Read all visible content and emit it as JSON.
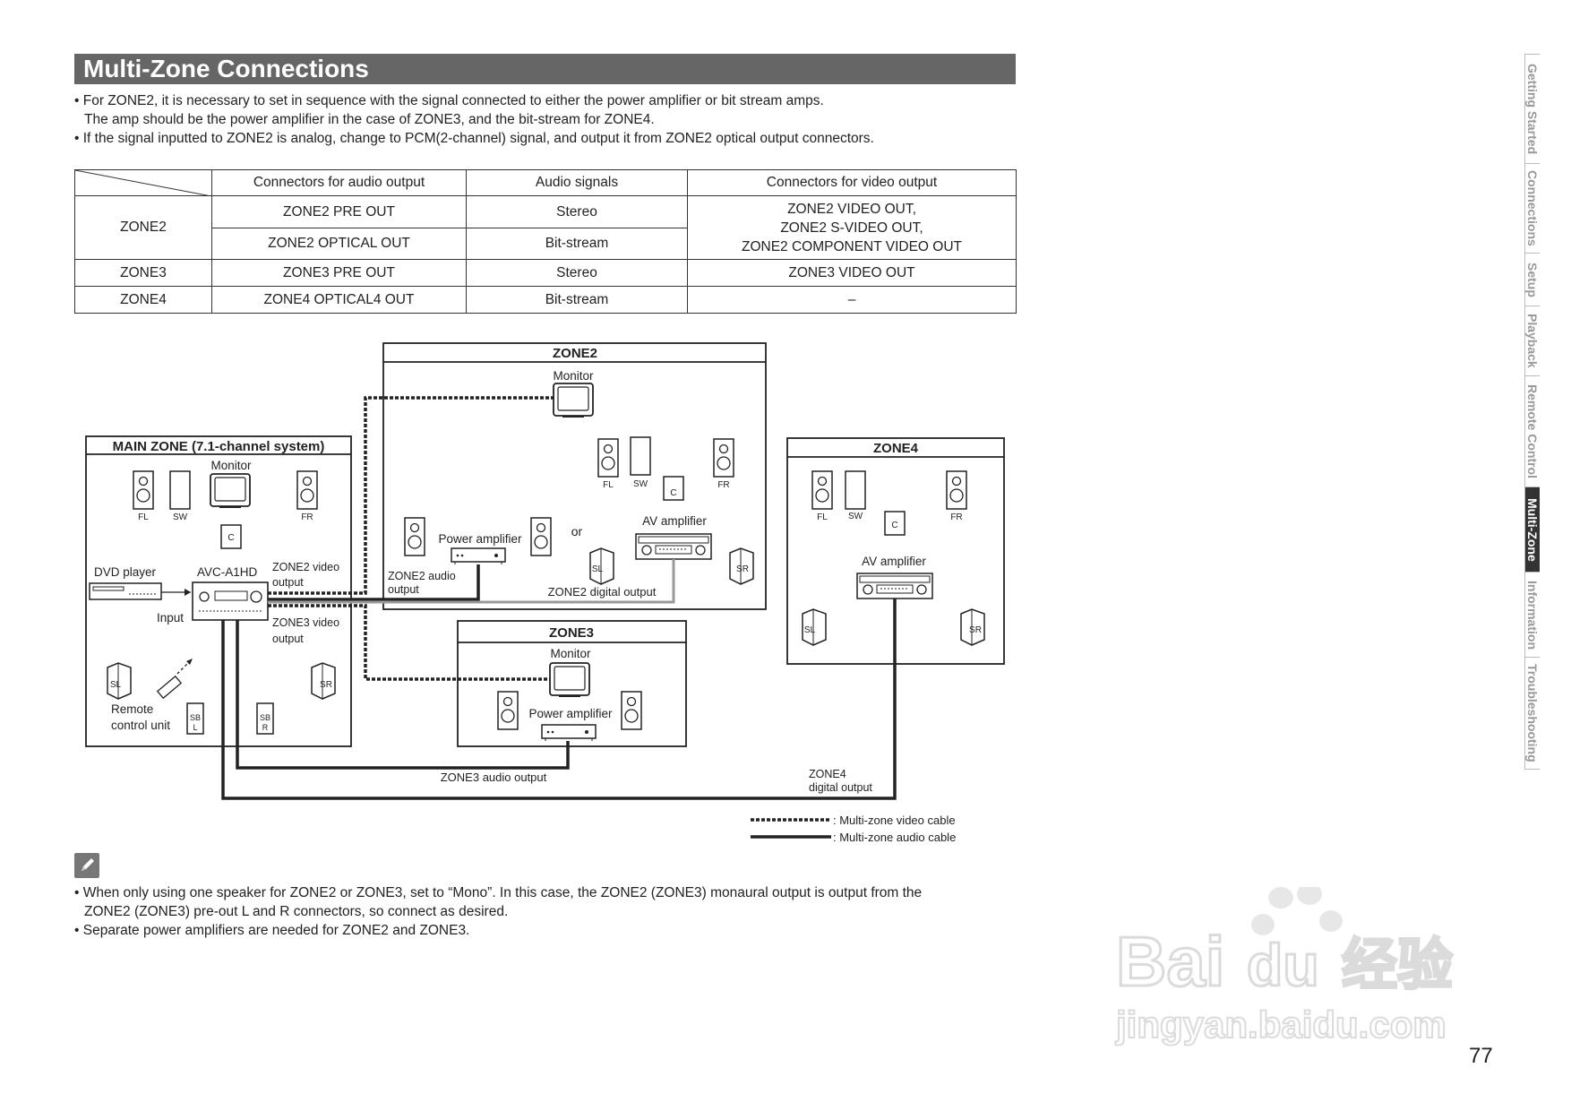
{
  "title": "Multi-Zone Connections",
  "bullets": [
    "For ZONE2, it is necessary to set in sequence with the signal connected to either the power amplifier or bit stream amps.",
    "The amp should be the power amplifier in the case of ZONE3, and the bit-stream for ZONE4.",
    "If the signal inputted to ZONE2 is analog, change to PCM(2-channel) signal, and output it from ZONE2 optical output connectors."
  ],
  "table": {
    "headers": [
      "Connectors for audio output",
      "Audio signals",
      "Connectors for video output"
    ],
    "zone2": "ZONE2",
    "zone2_rows": [
      [
        "ZONE2 PRE OUT",
        "Stereo"
      ],
      [
        "ZONE2 OPTICAL OUT",
        "Bit-stream"
      ]
    ],
    "zone2_video": [
      "ZONE2 VIDEO OUT,",
      "ZONE2 S-VIDEO OUT,",
      "ZONE2 COMPONENT VIDEO OUT"
    ],
    "zone3": [
      "ZONE3",
      "ZONE3 PRE OUT",
      "Stereo",
      "ZONE3 VIDEO OUT"
    ],
    "zone4": [
      "ZONE4",
      "ZONE4 OPTICAL4 OUT",
      "Bit-stream",
      "–"
    ]
  },
  "diagram": {
    "zone2_title": "ZONE2",
    "zone3_title": "ZONE3",
    "zone4_title": "ZONE4",
    "main_title": "MAIN ZONE (7.1-channel system)",
    "monitor": "Monitor",
    "fl": "FL",
    "sw": "SW",
    "c": "C",
    "fr": "FR",
    "sl": "SL",
    "sr": "SR",
    "sbl": [
      "SB",
      "L"
    ],
    "sbr": [
      "SB",
      "R"
    ],
    "power_amplifier": "Power amplifier",
    "or": "or",
    "av_amplifier": "AV amplifier",
    "zone2_audio_output": [
      "ZONE2 audio",
      "output"
    ],
    "zone2_digital_output": "ZONE2 digital output",
    "dvd_player": "DVD player",
    "receiver": "AVC-A1HD",
    "zone2_video_output": [
      "ZONE2 video",
      "output"
    ],
    "zone3_video_output": [
      "ZONE3 video",
      "output"
    ],
    "input": "Input",
    "remote": [
      "Remote",
      "control unit"
    ],
    "zone3_audio_output": "ZONE3 audio output",
    "zone4_digital_output": [
      "ZONE4",
      "digital output"
    ],
    "legend_video": ": Multi-zone video cable",
    "legend_audio": ": Multi-zone audio cable"
  },
  "notes": [
    "When only using one speaker for ZONE2 or ZONE3, set to “Mono”. In this case, the ZONE2 (ZONE3) monaural output is output from the",
    "ZONE2 (ZONE3) pre-out L and R connectors, so connect as desired.",
    "Separate power amplifiers are needed for ZONE2 and ZONE3."
  ],
  "side_tabs": [
    "Getting Started",
    "Connections",
    "Setup",
    "Playback",
    "Remote Control",
    "Multi-Zone",
    "Information",
    "Troubleshooting"
  ],
  "active_tab": "Multi-Zone",
  "page_number": "77",
  "watermark": [
    "Bai",
    "du",
    "经验",
    "jingyan.baidu.com"
  ],
  "colors": {
    "title_bar": "#666666",
    "active_tab": "#333333"
  }
}
